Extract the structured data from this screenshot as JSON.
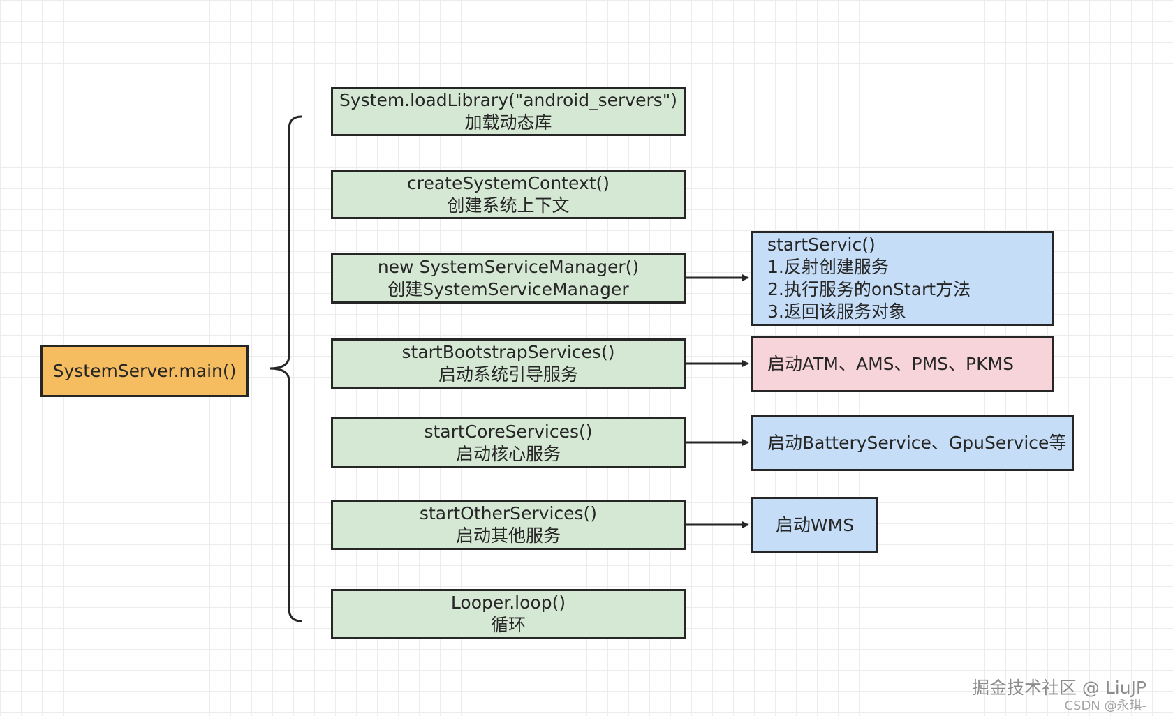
{
  "root": {
    "label": "SystemServer.main()"
  },
  "steps": [
    {
      "line1": "System.loadLibrary(\"android_servers\")",
      "line2": "加载动态库"
    },
    {
      "line1": "createSystemContext()",
      "line2": "创建系统上下文"
    },
    {
      "line1": "new SystemServiceManager()",
      "line2": "创建SystemServiceManager"
    },
    {
      "line1": "startBootstrapServices()",
      "line2": "启动系统引导服务"
    },
    {
      "line1": "startCoreServices()",
      "line2": "启动核心服务"
    },
    {
      "line1": "startOtherServices()",
      "line2": "启动其他服务"
    },
    {
      "line1": "Looper.loop()",
      "line2": "循环"
    }
  ],
  "details": {
    "service_manager": {
      "lines": [
        "startServic()",
        "1.反射创建服务",
        "2.执行服务的onStart方法",
        "3.返回该服务对象"
      ]
    },
    "bootstrap": {
      "text": "启动ATM、AMS、PMS、PKMS"
    },
    "core": {
      "text": "启动BatteryService、GpuService等"
    },
    "other": {
      "text": "启动WMS"
    }
  },
  "colors": {
    "step_fill": "#d5e8d4",
    "root_fill": "#f5bd5f",
    "detail_blue": "#c5ddf6",
    "detail_pink": "#f7d3da",
    "stroke": "#262626"
  },
  "watermark": {
    "primary": "掘金技术社区 @ LiuJP",
    "secondary": "CSDN @永琪-"
  }
}
